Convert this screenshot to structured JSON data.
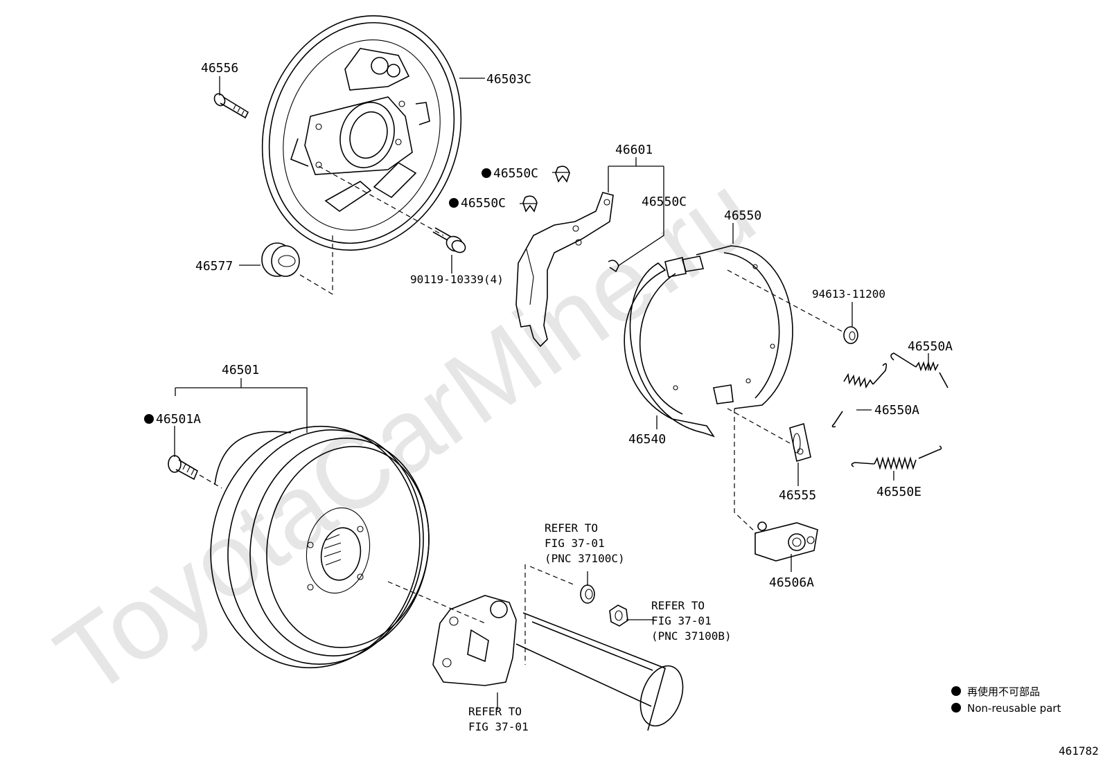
{
  "diagram": {
    "watermark": "ToyotaCarMine.ru",
    "figure_number": "461782",
    "labels": {
      "p46556": "46556",
      "p46503C": "46503C",
      "p46577": "46577",
      "p90119": "90119-10339(4)",
      "p46550C_a": "46550C",
      "p46550C_b": "46550C",
      "p46550C_c": "46550C",
      "p46601": "46601",
      "p46550": "46550",
      "p94613": "94613-11200",
      "p46550A_a": "46550A",
      "p46550A_b": "46550A",
      "p46540": "46540",
      "p46555": "46555",
      "p46550E": "46550E",
      "p46506A": "46506A",
      "p46501": "46501",
      "p46501A": "46501A"
    },
    "refers": {
      "ref_c": [
        "REFER TO",
        "FIG 37-01",
        "(PNC 37100C)"
      ],
      "ref_b": [
        "REFER TO",
        "FIG 37-01",
        "(PNC 37100B)"
      ],
      "ref_shaft": [
        "REFER TO",
        "FIG 37-01"
      ]
    },
    "legend": {
      "item1": "再使用不可部品",
      "item2": "Non-reusable part"
    }
  }
}
